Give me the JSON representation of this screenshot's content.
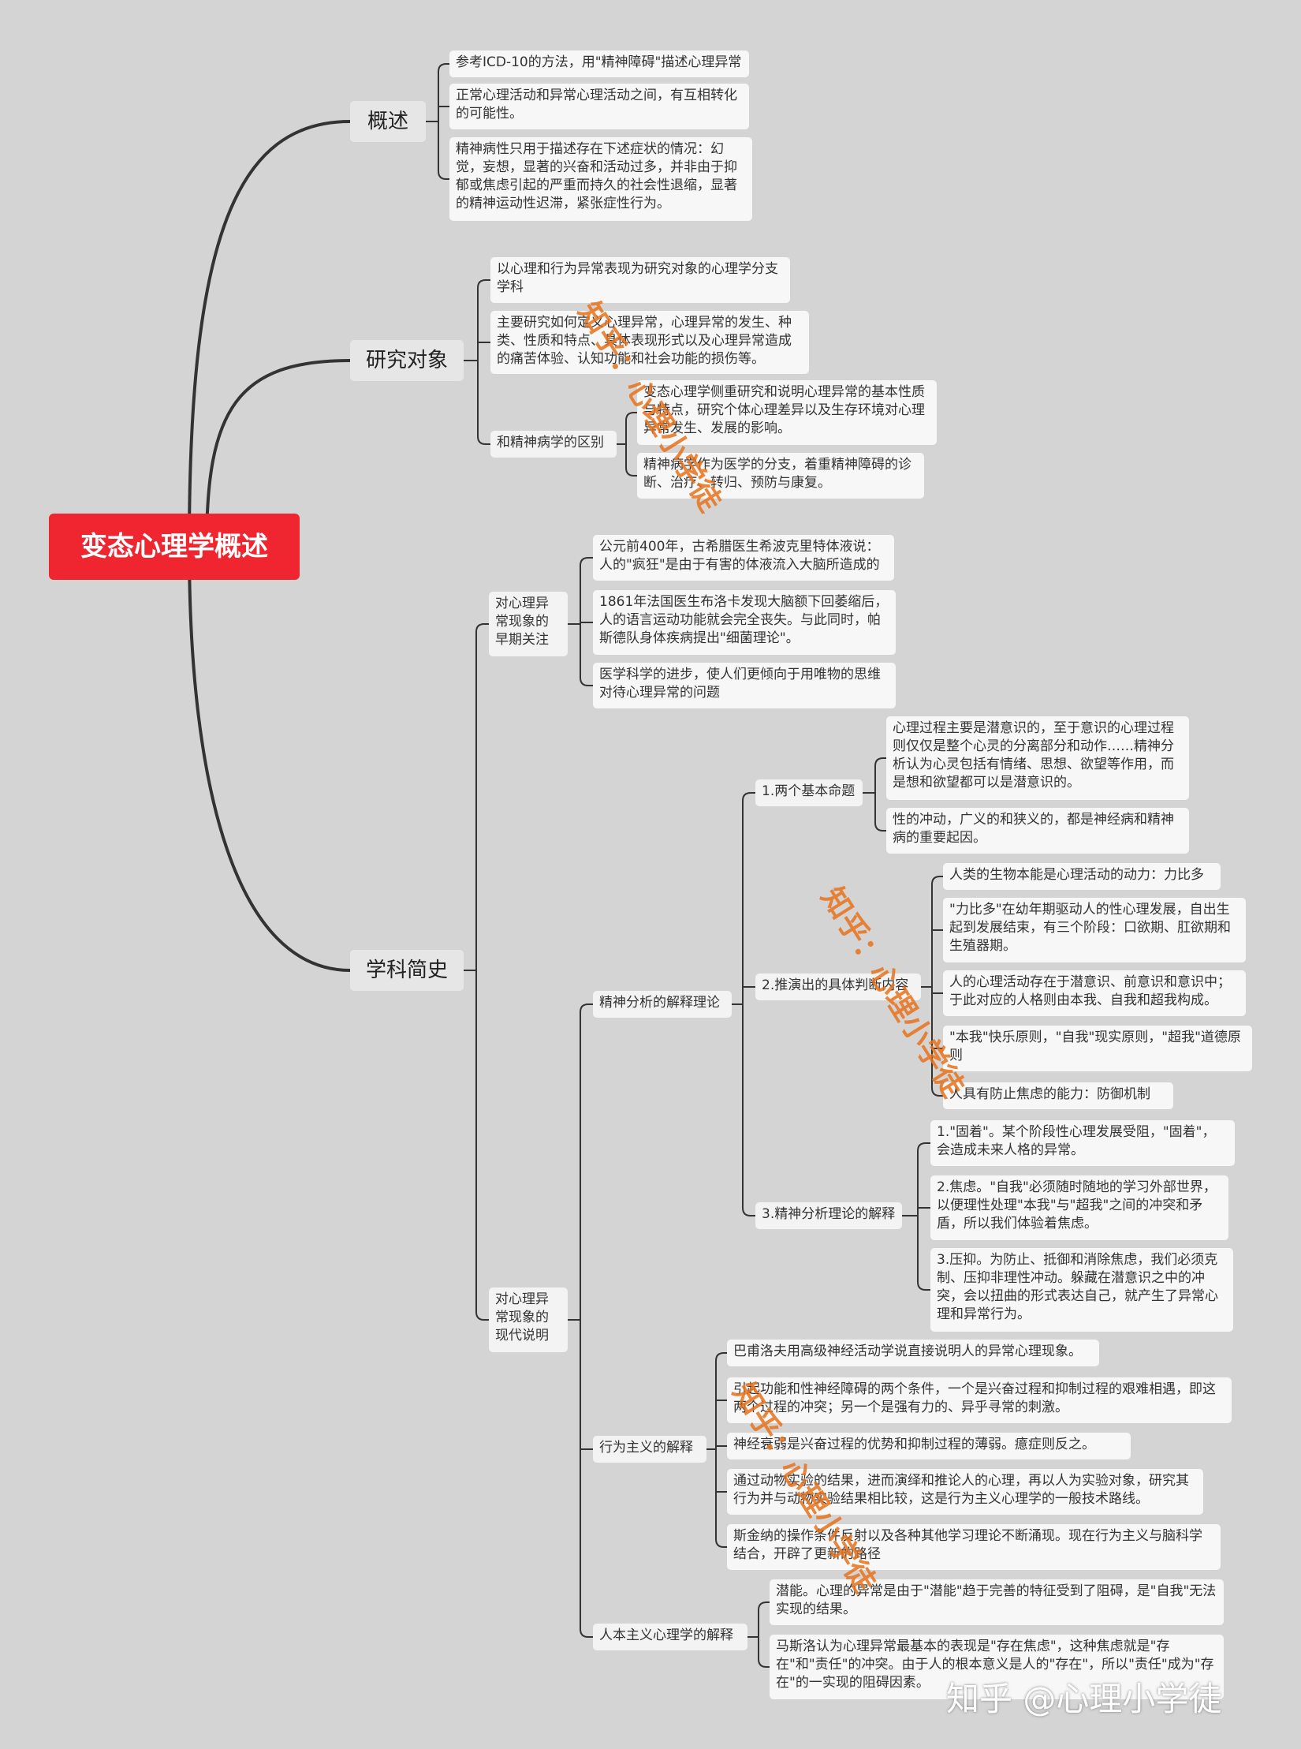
{
  "root": "变态心理学概述",
  "sections": {
    "overview": "概述",
    "object": "研究对象",
    "history": "学科简史"
  },
  "overview_items": [
    "参考ICD-10的方法，用\"精神障碍\"描述心理异常",
    "正常心理活动和异常心理活动之间，有互相转化的可能性。",
    "精神病性只用于描述存在下述症状的情况：幻觉，妄想，显著的兴奋和活动过多，并非由于抑郁或焦虑引起的严重而持久的社会性退缩，显著的精神运动性迟滞，紧张症性行为。"
  ],
  "object_items": {
    "def1": "以心理和行为异常表现为研究对象的心理学分支学科",
    "def2": "主要研究如何定义心理异常，心理异常的发生、种类、性质和特点、具体表现形式以及心理异常造成的痛苦体验、认知功能和社会功能的损伤等。",
    "diff_label": "和精神病学的区别",
    "diff1": "变态心理学侧重研究和说明心理异常的基本性质与特点，研究个体心理差异以及生存环境对心理异常发生、发展的影响。",
    "diff2": "精神病学作为医学的分支，着重精神障碍的诊断、治疗、转归、预防与康复。"
  },
  "history_items": {
    "early_label": "对心理异常现象的早期关注",
    "early1": "公元前400年，古希腊医生希波克里特体液说：人的\"疯狂\"是由于有害的体液流入大脑所造成的",
    "early2": "1861年法国医生布洛卡发现大脑额下回萎缩后，人的语言运动功能就会完全丧失。与此同时，帕斯德队身体疾病提出\"细菌理论\"。",
    "early3": "医学科学的进步，使人们更倾向于用唯物的思维对待心理异常的问题",
    "modern_label": "对心理异常现象的现代说明",
    "psa_label": "精神分析的解释理论",
    "psa1_label": "1.两个基本命题",
    "psa1_a": "心理过程主要是潜意识的，至于意识的心理过程则仅仅是整个心灵的分离部分和动作……精神分析认为心灵包括有情绪、思想、欲望等作用，而是想和欲望都可以是潜意识的。",
    "psa1_b": "性的冲动，广义的和狭义的，都是神经病和精神病的重要起因。",
    "psa2_label": "2.推演出的具体判断内容",
    "psa2_a": "人类的生物本能是心理活动的动力：力比多",
    "psa2_b": "\"力比多\"在幼年期驱动人的性心理发展，自出生起到发展结束，有三个阶段：口欲期、肛欲期和生殖器期。",
    "psa2_c": "人的心理活动存在于潜意识、前意识和意识中；于此对应的人格则由本我、自我和超我构成。",
    "psa2_d": "\"本我\"快乐原则，\"自我\"现实原则，\"超我\"道德原则",
    "psa2_e": "人具有防止焦虑的能力：防御机制",
    "psa3_label": "3.精神分析理论的解释",
    "psa3_a": "1.\"固着\"。某个阶段性心理发展受阻，\"固着\"，会造成未来人格的异常。",
    "psa3_b": "2.焦虑。\"自我\"必须随时随地的学习外部世界，以便理性处理\"本我\"与\"超我\"之间的冲突和矛盾，所以我们体验着焦虑。",
    "psa3_c": "3.压抑。为防止、抵御和消除焦虑，我们必须克制、压抑非理性冲动。躲藏在潜意识之中的冲突，会以扭曲的形式表达自己，就产生了异常心理和异常行为。",
    "beh_label": "行为主义的解释",
    "beh1": "巴甫洛夫用高级神经活动学说直接说明人的异常心理现象。",
    "beh2": "引起功能和性神经障碍的两个条件，一个是兴奋过程和抑制过程的艰难相遇，即这两个过程的冲突；另一个是强有力的、异乎寻常的刺激。",
    "beh3": "神经衰弱是兴奋过程的优势和抑制过程的薄弱。癔症则反之。",
    "beh4": "通过动物实验的结果，进而演绎和推论人的心理，再以人为实验对象，研究其行为并与动物实验结果相比较，这是行为主义心理学的一般技术路线。",
    "beh5": "斯金纳的操作条件反射以及各种其他学习理论不断涌现。现在行为主义与脑科学结合，开辟了更新的路径",
    "hum_label": "人本主义心理学的解释",
    "hum1": "潜能。心理的异常是由于\"潜能\"趋于完善的特征受到了阻碍，是\"自我\"无法实现的结果。",
    "hum2": "马斯洛认为心理异常最基本的表现是\"存在焦虑\"，这种焦虑就是\"存在\"和\"责任\"的冲突。由于人的根本意义是人的\"存在\"，所以\"责任\"成为\"存在\"的一实现的阻碍因素。"
  },
  "watermark": "知乎：心理小学徒",
  "signature": "知乎 @心理小学徒",
  "colors": {
    "root": "#ef2530",
    "background": "#d4d4d4",
    "line": "#333333",
    "watermark": "#e8731c"
  }
}
